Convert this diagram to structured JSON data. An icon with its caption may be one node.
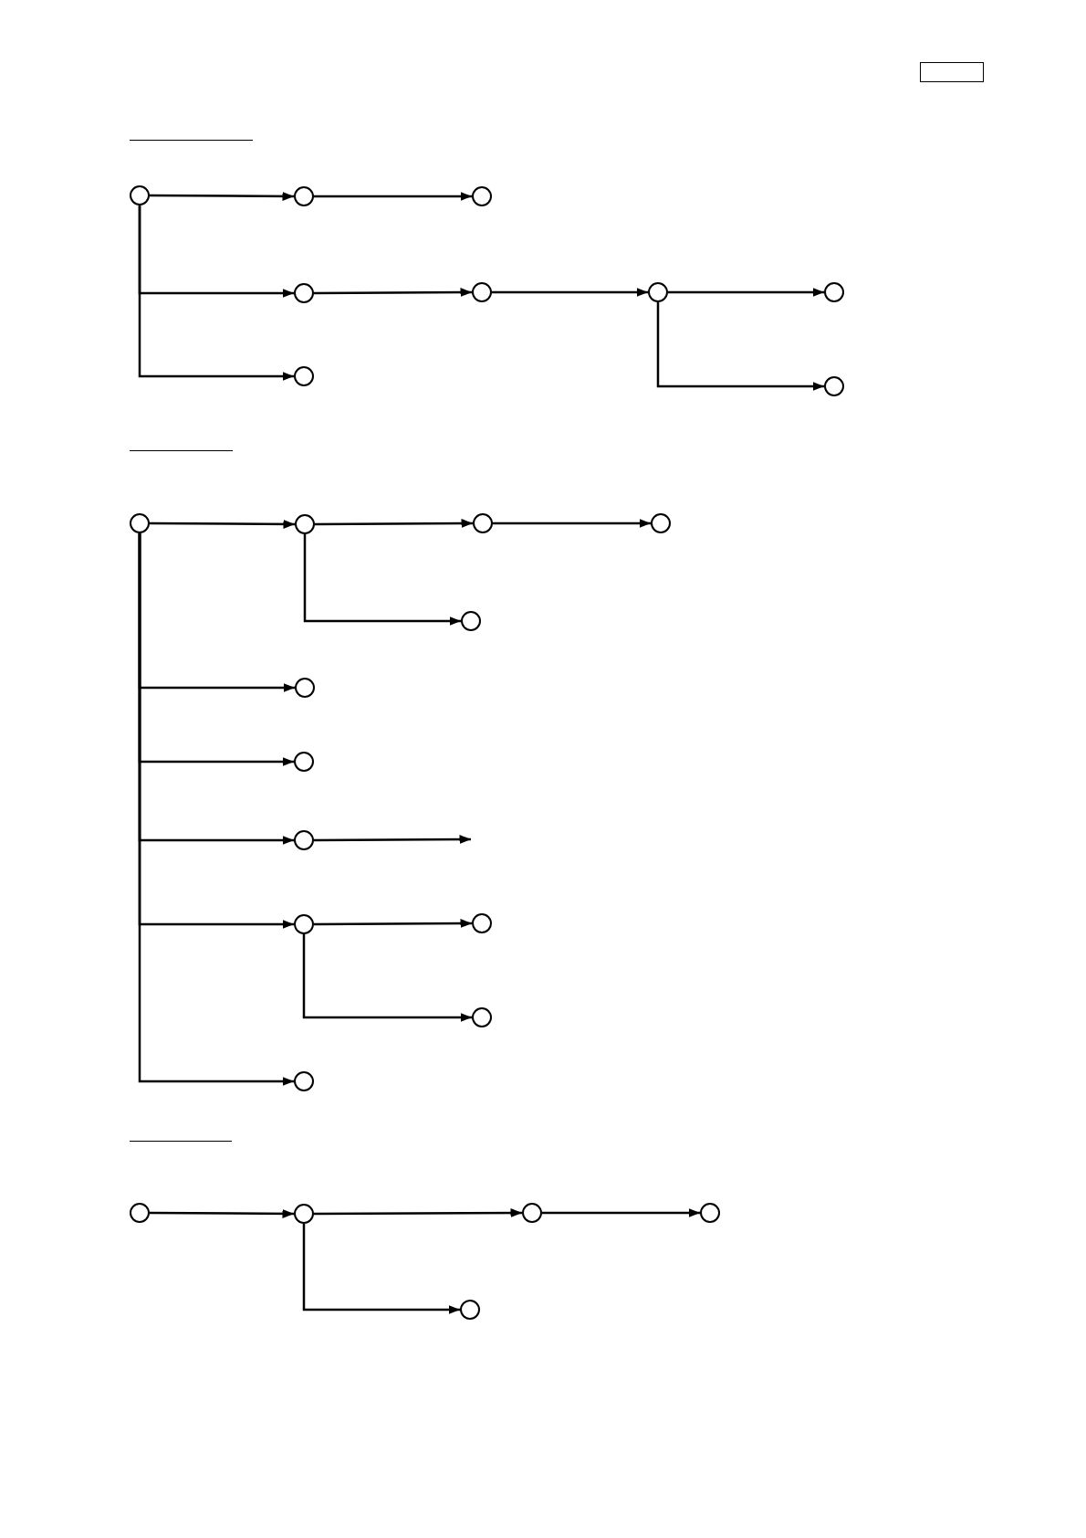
{
  "diagram": {
    "nodes": [
      {
        "text": [],
        "shape": "circle"
      },
      {
        "text": [],
        "shape": "circle"
      },
      {
        "text": [],
        "shape": "circle"
      },
      {
        "text": [],
        "shape": "circle"
      },
      {
        "text": [],
        "shape": "circle"
      },
      {
        "text": [],
        "shape": "circle"
      },
      {
        "text": [],
        "shape": "circle"
      },
      {
        "text": [],
        "shape": "circle"
      },
      {
        "text": [],
        "shape": "circle"
      },
      {
        "text": [],
        "shape": "circle"
      },
      {
        "text": [],
        "shape": "circle"
      },
      {
        "text": [],
        "shape": "circle"
      },
      {
        "text": [],
        "shape": "circle"
      },
      {
        "text": [],
        "shape": "circle"
      },
      {
        "text": [],
        "shape": "circle"
      },
      {
        "text": [],
        "shape": "circle"
      },
      {
        "text": [],
        "shape": "circle"
      },
      {
        "text": [],
        "shape": "circle"
      },
      {
        "text": [],
        "shape": "circle"
      },
      {
        "text": [],
        "shape": "circle"
      },
      {
        "text": [],
        "shape": "circle"
      },
      {
        "text": [],
        "shape": "circle"
      },
      {
        "text": [],
        "shape": "circle"
      },
      {
        "text": [],
        "shape": "circle"
      },
      {
        "text": [],
        "shape": "circle"
      },
      {
        "text": [],
        "shape": "circle"
      }
    ],
    "edges": [
      {
        "from": 0,
        "to": 1,
        "arrow": "to"
      },
      {
        "from": 1,
        "to": 2,
        "arrow": "to"
      },
      {
        "from": 0,
        "to": 3,
        "arrow": "to"
      },
      {
        "from": 3,
        "to": 4,
        "arrow": "to"
      },
      {
        "from": 4,
        "to": 5,
        "arrow": "to"
      },
      {
        "from": 5,
        "to": 6,
        "arrow": "to"
      },
      {
        "from": 0,
        "to": 7,
        "arrow": "to"
      },
      {
        "from": 5,
        "to": 8,
        "arrow": "to"
      },
      {
        "from": 9,
        "to": 10,
        "arrow": "to"
      },
      {
        "from": 10,
        "to": 11,
        "arrow": "to"
      },
      {
        "from": 11,
        "to": 12,
        "arrow": "to"
      },
      {
        "from": 10,
        "to": 13,
        "arrow": "to"
      },
      {
        "from": 9,
        "to": 14,
        "arrow": "to"
      },
      {
        "from": 9,
        "to": 15,
        "arrow": "to"
      },
      {
        "from": 9,
        "to": 16,
        "arrow": "to"
      },
      {
        "from": 16,
        "to": null,
        "arrow": "to"
      },
      {
        "from": 9,
        "to": 17,
        "arrow": "to"
      },
      {
        "from": 17,
        "to": 18,
        "arrow": "to"
      },
      {
        "from": 17,
        "to": 19,
        "arrow": "to"
      },
      {
        "from": 9,
        "to": 20,
        "arrow": "to"
      },
      {
        "from": 21,
        "to": 22,
        "arrow": "to"
      },
      {
        "from": 22,
        "to": 23,
        "arrow": "to"
      },
      {
        "from": 23,
        "to": 24,
        "arrow": "to"
      },
      {
        "from": 22,
        "to": 25,
        "arrow": "to"
      }
    ]
  }
}
